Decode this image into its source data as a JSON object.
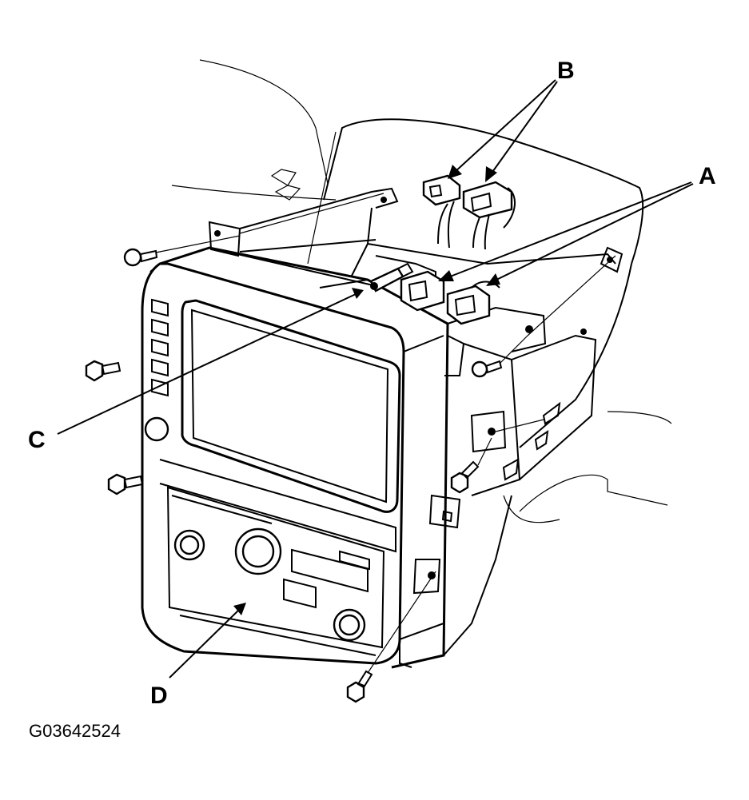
{
  "callouts": {
    "a": "A",
    "b": "B",
    "c": "C",
    "d": "D"
  },
  "figure_code": "G03642524"
}
